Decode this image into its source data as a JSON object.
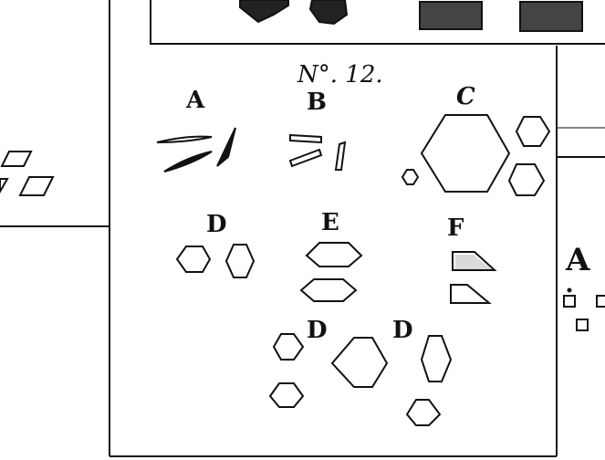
{
  "plate": {
    "title": "N°. 12.",
    "labels": {
      "A": "A",
      "B": "B",
      "C": "C",
      "D": "D",
      "E": "E",
      "F": "F",
      "D_lower_left": "D",
      "D_lower_right": "D",
      "right_A": "A"
    }
  }
}
